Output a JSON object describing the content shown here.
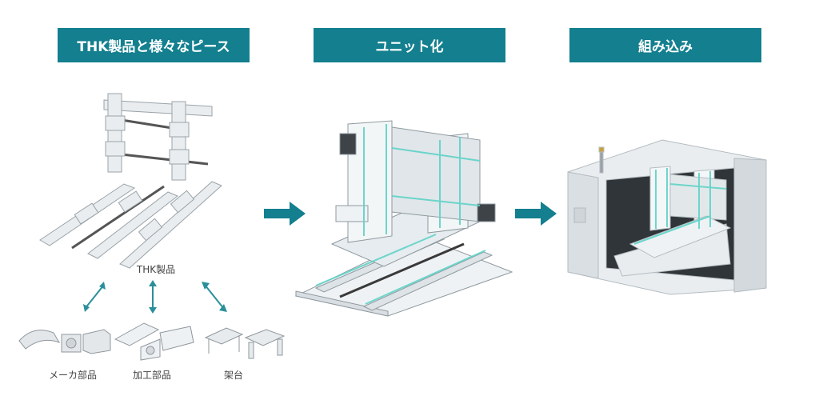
{
  "headers": [
    "THK製品と様々なピース",
    "ユニット化",
    "組み込み"
  ],
  "labels": {
    "thk_products": "THK製品",
    "maker_parts": "メーカ部品",
    "machined_parts": "加工部品",
    "frame": "架台"
  },
  "colors": {
    "accent": "#137f8f",
    "arrow_small": "#2a8f9a",
    "highlight": "#5fd3c8"
  }
}
